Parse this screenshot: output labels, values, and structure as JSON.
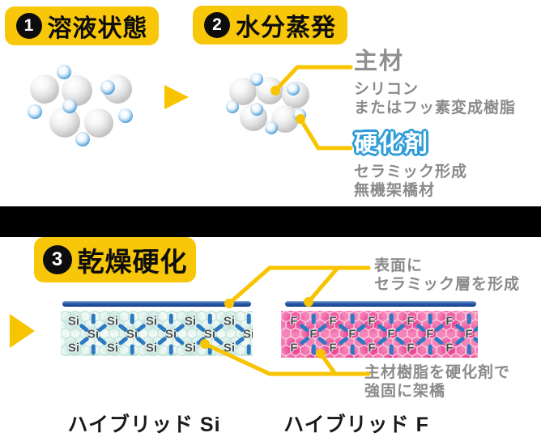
{
  "steps": [
    {
      "num": "1",
      "label": "溶液状態"
    },
    {
      "num": "2",
      "label": "水分蒸発"
    },
    {
      "num": "3",
      "label": "乾燥硬化"
    }
  ],
  "labels": {
    "main_material": {
      "title": "主材",
      "lines": [
        "シリコン",
        "またはフッ素変成樹脂"
      ]
    },
    "hardener": {
      "title": "硬化剤",
      "lines": [
        "セラミック形成",
        "無機架橋材"
      ]
    },
    "surface": {
      "lines": [
        "表面に",
        "セラミック層を形成"
      ]
    },
    "crosslink": {
      "lines": [
        "主材樹脂を硬化剤で",
        "強固に架橋"
      ]
    }
  },
  "diagrams": {
    "si": {
      "symbol": "Si",
      "caption": "ハイブリッド Si"
    },
    "f": {
      "symbol": "F",
      "caption": "ハイブリッド F"
    }
  },
  "colors": {
    "accent_yellow": "#F8C70A",
    "band_black": "#000000",
    "bar_navy": "#16418F",
    "dash_blue": "#2B79C2",
    "hardener_outline": "#2E9CD8",
    "text_gray": "#8A8A8A"
  }
}
